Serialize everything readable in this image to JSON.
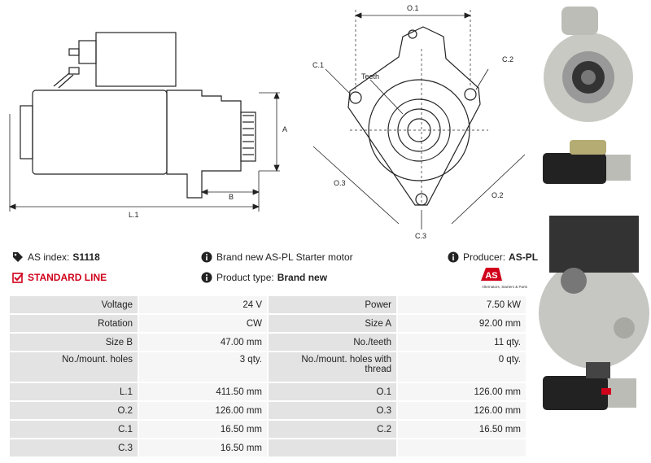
{
  "drawing": {
    "labels": {
      "o1": "O.1",
      "c1": "C.1",
      "c2": "C.2",
      "teeth": "Teeth",
      "a": "A",
      "b": "B",
      "l1": "L.1",
      "o3": "O.3",
      "o2": "O.2",
      "c3": "C.3"
    }
  },
  "info": {
    "as_index_label": "AS index:",
    "as_index_value": "S1118",
    "description": "Brand new AS-PL Starter motor",
    "producer_label": "Producer:",
    "producer_value": "AS-PL",
    "standard_line": "STANDARD LINE",
    "product_type_label": "Product type:",
    "product_type_value": "Brand new",
    "logo_text": "AS",
    "logo_sub": "Alternators, Starters & Parts"
  },
  "specs": [
    {
      "k1": "Voltage",
      "v1": "24 V",
      "k2": "Power",
      "v2": "7.50 kW"
    },
    {
      "k1": "Rotation",
      "v1": "CW",
      "k2": "Size A",
      "v2": "92.00 mm"
    },
    {
      "k1": "Size B",
      "v1": "47.00 mm",
      "k2": "No./teeth",
      "v2": "11 qty."
    },
    {
      "k1": "No./mount. holes",
      "v1": "3 qty.",
      "k2": "No./mount. holes with thread",
      "v2": "0 qty."
    },
    {
      "k1": "L.1",
      "v1": "411.50 mm",
      "k2": "O.1",
      "v2": "126.00 mm"
    },
    {
      "k1": "O.2",
      "v1": "126.00 mm",
      "k2": "O.3",
      "v2": "126.00 mm"
    },
    {
      "k1": "C.1",
      "v1": "16.50 mm",
      "k2": "C.2",
      "v2": "16.50 mm"
    },
    {
      "k1": "C.3",
      "v1": "16.50 mm",
      "k2": "",
      "v2": ""
    }
  ]
}
